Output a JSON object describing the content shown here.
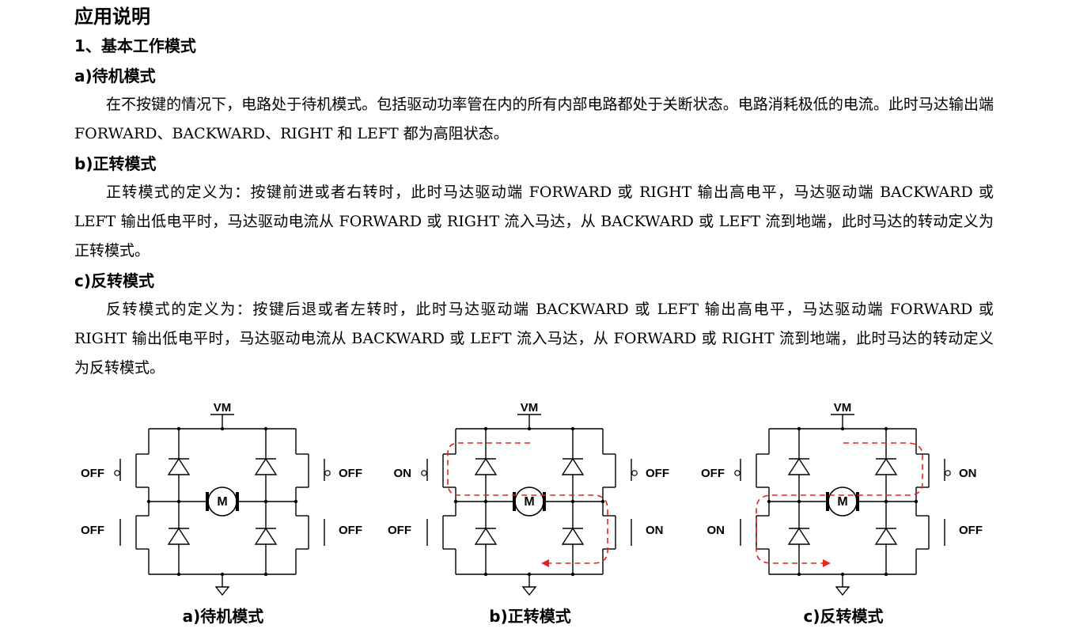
{
  "document": {
    "title": "应用说明",
    "section1": "1、基本工作模式",
    "modes": [
      {
        "heading": "a)待机模式",
        "text": "在不按键的情况下，电路处于待机模式。包括驱动功率管在内的所有内部电路都处于关断状态。电路消耗极低的电流。此时马达输出端 FORWARD、BACKWARD、RIGHT 和 LEFT 都为高阻状态。"
      },
      {
        "heading": "b)正转模式",
        "text": "正转模式的定义为：按键前进或者右转时，此时马达驱动端 FORWARD 或 RIGHT 输出高电平，马达驱动端 BACKWARD 或 LEFT 输出低电平时，马达驱动电流从 FORWARD 或 RIGHT 流入马达，从 BACKWARD 或 LEFT 流到地端，此时马达的转动定义为正转模式。"
      },
      {
        "heading": "c)反转模式",
        "text": "反转模式的定义为：按键后退或者左转时，此时马达驱动端 BACKWARD 或 LEFT 输出高电平，马达驱动端 FORWARD 或 RIGHT 输出低电平时，马达驱动电流从 BACKWARD 或 LEFT 流入马达，从 FORWARD 或 RIGHT 流到地端，此时马达的转动定义为反转模式。"
      }
    ]
  },
  "diagrams": [
    {
      "caption": "a)待机模式",
      "supply": "VM",
      "motor": "M",
      "switches": {
        "top_left": "OFF",
        "top_right": "OFF",
        "bottom_left": "OFF",
        "bottom_right": "OFF"
      },
      "current_path": "none"
    },
    {
      "caption": "b)正转模式",
      "supply": "VM",
      "motor": "M",
      "switches": {
        "top_left": "ON",
        "top_right": "OFF",
        "bottom_left": "OFF",
        "bottom_right": "ON"
      },
      "current_path": "forward"
    },
    {
      "caption": "c)反转模式",
      "supply": "VM",
      "motor": "M",
      "switches": {
        "top_left": "OFF",
        "top_right": "ON",
        "bottom_left": "ON",
        "bottom_right": "OFF"
      },
      "current_path": "reverse"
    }
  ],
  "colors": {
    "text": "#000000",
    "current_path": "#e8231f"
  }
}
